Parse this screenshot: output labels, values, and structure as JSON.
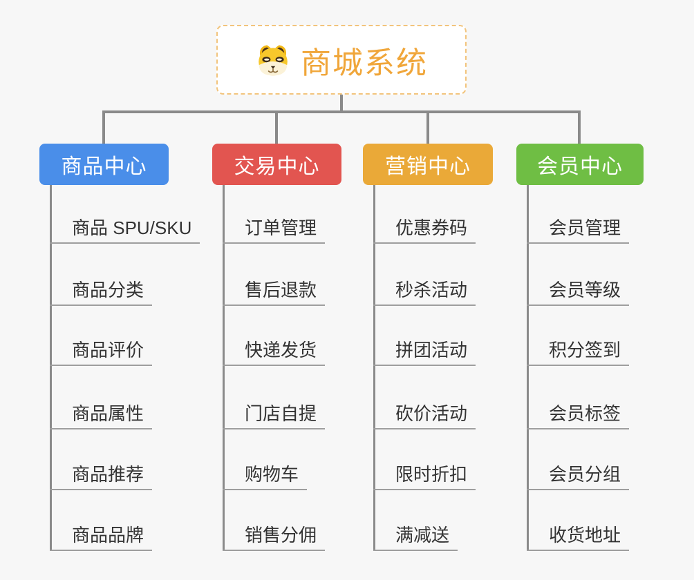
{
  "canvas": {
    "background": "#F7F7F7",
    "connector_color": "#8A8A8A"
  },
  "root": {
    "label": "商城系统",
    "icon": "shiba-dog-icon",
    "text_color": "#F0A63A",
    "border_color": "#F2C47C"
  },
  "branches": [
    {
      "label": "商品中心",
      "color": "#4A8EE9",
      "items": [
        "商品 SPU/SKU",
        "商品分类",
        "商品评价",
        "商品属性",
        "商品推荐",
        "商品品牌"
      ]
    },
    {
      "label": "交易中心",
      "color": "#E25550",
      "items": [
        "订单管理",
        "售后退款",
        "快递发货",
        "门店自提",
        "购物车",
        "销售分佣"
      ]
    },
    {
      "label": "营销中心",
      "color": "#EAA938",
      "items": [
        "优惠券码",
        "秒杀活动",
        "拼团活动",
        "砍价活动",
        "限时折扣",
        "满减送"
      ]
    },
    {
      "label": "会员中心",
      "color": "#6FBE44",
      "items": [
        "会员管理",
        "会员等级",
        "积分签到",
        "会员标签",
        "会员分组",
        "收货地址"
      ]
    }
  ]
}
